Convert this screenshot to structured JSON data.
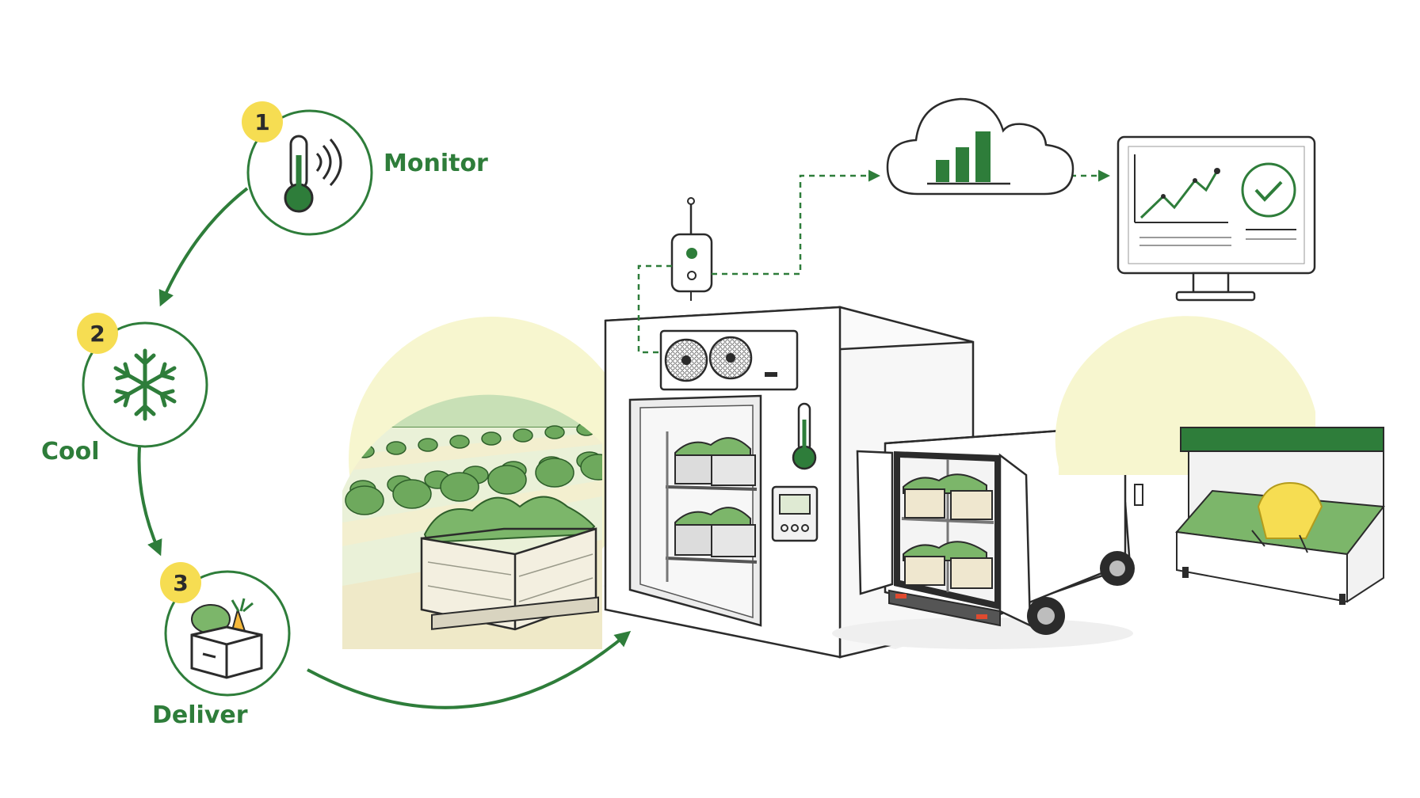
{
  "steps": [
    {
      "number": "1",
      "label": "Monitor",
      "icon": "thermometer-wireless-icon"
    },
    {
      "number": "2",
      "label": "Cool",
      "icon": "snowflake-icon"
    },
    {
      "number": "3",
      "label": "Deliver",
      "icon": "produce-box-icon"
    }
  ],
  "scene": {
    "farm": "farm-field-with-harvest-crate",
    "cold_room": "walk-in-cold-storage-with-condenser-and-sensor",
    "cloud": "cloud-bar-chart-icon",
    "monitor": "dashboard-line-chart-check-icon",
    "truck": "refrigerated-delivery-truck",
    "market": "produce-display-case"
  },
  "colors": {
    "accent_green": "#2e7d3a",
    "light_green": "#7cb66a",
    "badge_yellow": "#f6dd52",
    "sun_yellow": "#f7f6cf",
    "outline": "#2b2b2b",
    "crate": "#f3efe0",
    "path_beige": "#efe9c8"
  }
}
